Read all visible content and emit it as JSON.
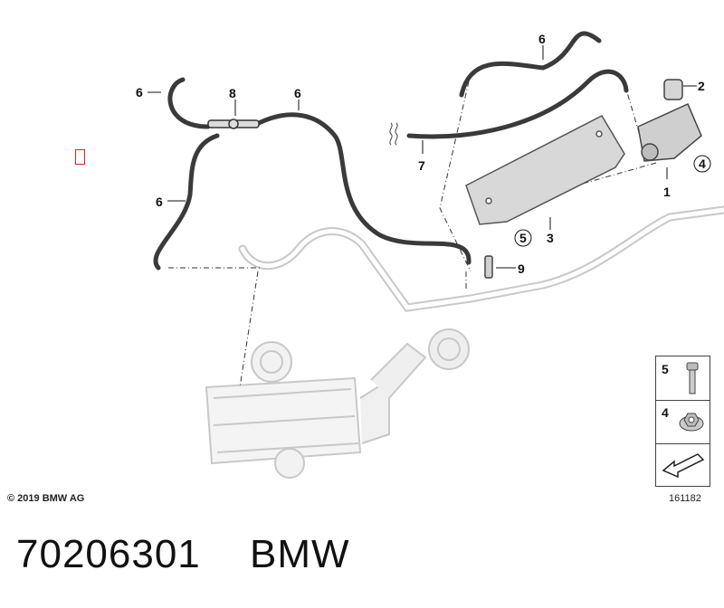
{
  "callouts": {
    "c1": "1",
    "c2": "2",
    "c3": "3",
    "c4": "4",
    "c5": "5",
    "c6": "6",
    "c7": "7",
    "c8": "8",
    "c9": "9"
  },
  "legend": {
    "bolt_label": "5",
    "nut_label": "4"
  },
  "footer": {
    "copyright": "© 2019 BMW AG",
    "reference_number": "161182",
    "part_number": "70206301",
    "brand": "BMW"
  },
  "colors": {
    "hose": "#3a3a3a",
    "ghost_part": "#c8c8c8",
    "marker": "#dd2222"
  }
}
